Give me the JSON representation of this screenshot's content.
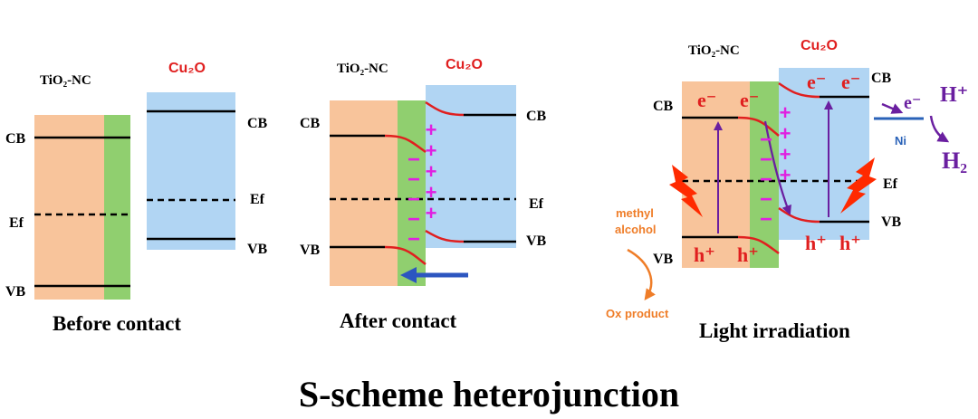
{
  "materials": {
    "tio2": "TiO₂-NC",
    "cu2o": "Cu₂O"
  },
  "bands": {
    "cb": "CB",
    "vb": "VB",
    "ef": "Ef"
  },
  "captions": {
    "before": "Before contact",
    "after": "After contact",
    "light": "Light irradiation"
  },
  "main_title": "S-scheme heterojunction",
  "symbols": {
    "electron": "e⁻",
    "hole": "h⁺",
    "plus": "+",
    "minus": "−",
    "proton": "H⁺",
    "hydrogen": "H₂",
    "ni": "Ni"
  },
  "reaction": {
    "reactant": "methyl alcohol",
    "product": "Ox product"
  },
  "colors": {
    "tio2_fill": "#f8c49b",
    "interface_fill": "#90cf6f",
    "cu2o_fill": "#b1d5f3",
    "red": "#e01f1f",
    "magenta": "#e020e0",
    "purple": "#6a1fa0",
    "orange": "#ef7d28",
    "blue_arrow": "#2c56c0",
    "ni_blue": "#2a62b8",
    "band_line": "#000000"
  }
}
